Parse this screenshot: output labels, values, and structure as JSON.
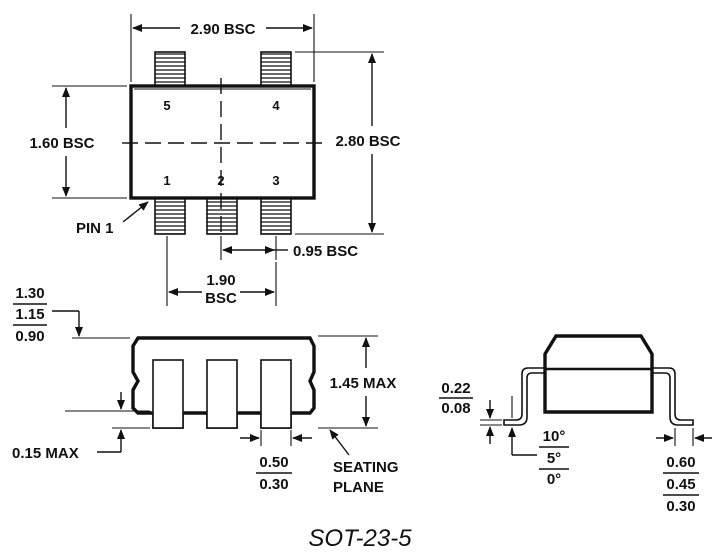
{
  "top_view": {
    "width_dim": "2.90 BSC",
    "body_height_dim": "1.60 BSC",
    "overall_height_dim": "2.80 BSC",
    "pitch_dim": "0.95 BSC",
    "pin_span_value": "1.90",
    "pin_span_suffix": "BSC",
    "pin1_label": "PIN 1",
    "pins": [
      "5",
      "4",
      "1",
      "2",
      "3"
    ]
  },
  "side_view": {
    "height_max": "1.30",
    "height_nom": "1.15",
    "height_min": "0.90",
    "body_thickness": "1.45 MAX",
    "standoff": "0.15 MAX",
    "lead_width_max": "0.50",
    "lead_width_min": "0.30",
    "seating_line1": "SEATING",
    "seating_line2": "PLANE"
  },
  "end_view": {
    "lead_thk_max": "0.22",
    "lead_thk_min": "0.08",
    "angle_max": "10°",
    "angle_nom": "5°",
    "angle_min": "0°",
    "foot_max": "0.60",
    "foot_nom": "0.45",
    "foot_min": "0.30"
  },
  "caption": "SOT-23-5"
}
